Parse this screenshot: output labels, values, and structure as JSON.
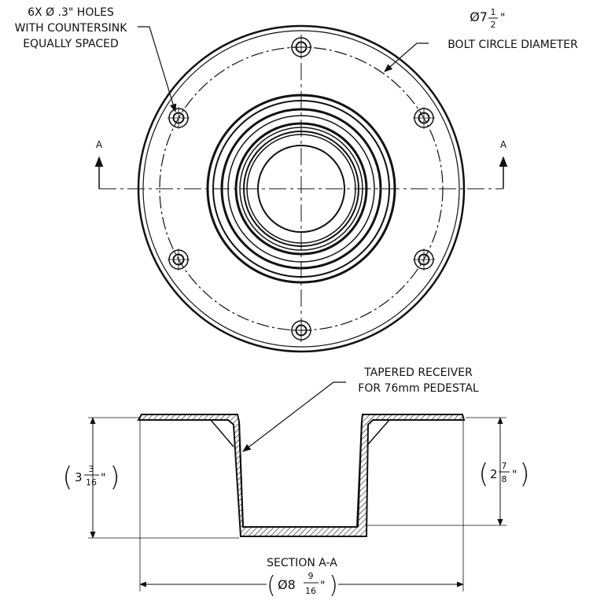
{
  "top_view": {
    "hole_note": {
      "line1": "6X Ø .3\" HOLES",
      "line2": "WITH COUNTERSINK",
      "line3": "EQUALLY SPACED"
    },
    "bolt_circle": {
      "prefix": "Ø7",
      "num": "1",
      "den": "2",
      "unit": "\"",
      "label": "BOLT CIRCLE DIAMETER"
    },
    "section_marker": "A"
  },
  "section_view": {
    "callout": {
      "line1": "TAPERED RECEIVER",
      "line2": "FOR 76mm PEDESTAL"
    },
    "title": "SECTION A-A",
    "left_dim": {
      "whole": "3",
      "num": "3",
      "den": "16",
      "unit": "\""
    },
    "right_dim": {
      "whole": "2",
      "num": "7",
      "den": "8",
      "unit": "\""
    },
    "bottom_dim": {
      "prefix": "Ø8",
      "num": "9",
      "den": "16",
      "unit": "\""
    }
  }
}
